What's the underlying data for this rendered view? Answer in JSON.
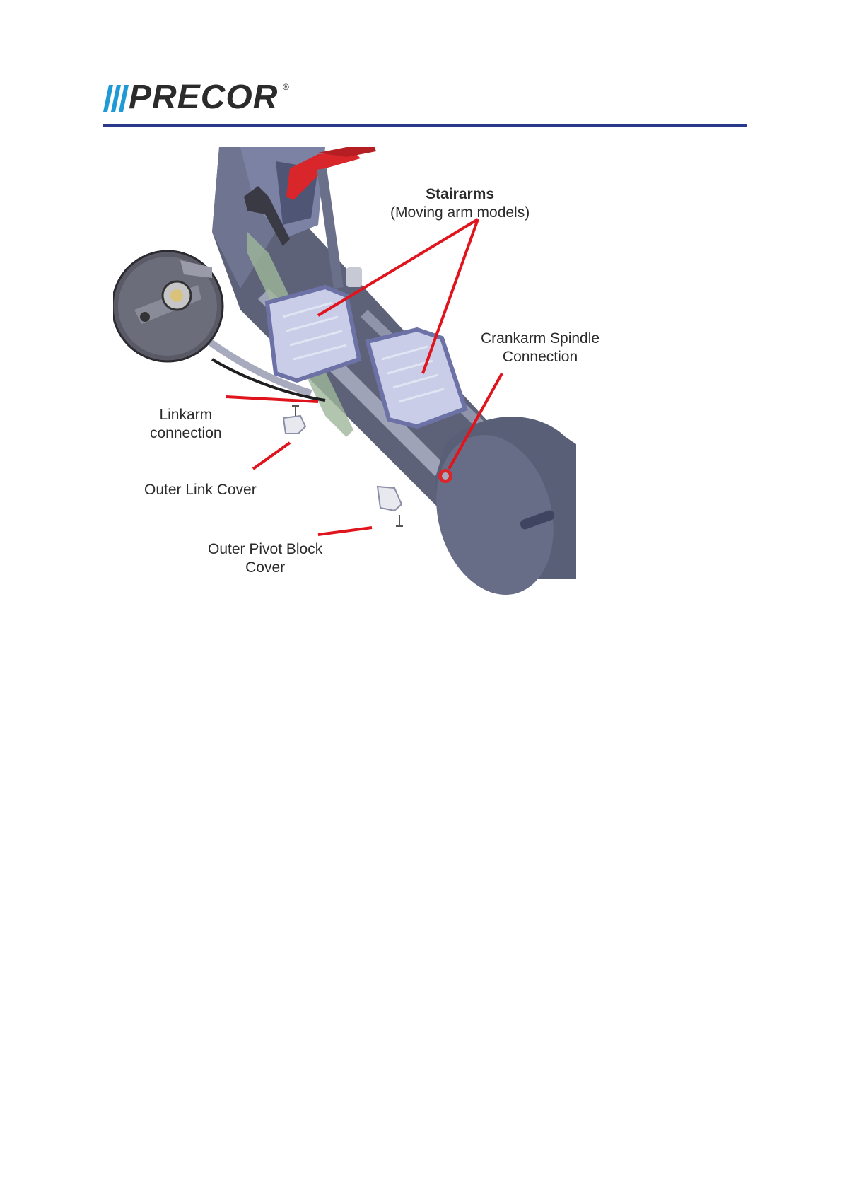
{
  "header": {
    "logo_text": "PRECOR",
    "logo_mark": "®",
    "rule_color": "#2a3a8a"
  },
  "figure": {
    "callouts": {
      "stairarms": {
        "title": "Stairarms",
        "subtitle": "(Moving arm models)"
      },
      "crankarm": {
        "line1": "Crankarm Spindle",
        "line2": "Connection"
      },
      "linkarm": {
        "line1": "Linkarm",
        "line2": "connection"
      },
      "outer_link_cover": {
        "line1": "Outer Link Cover"
      },
      "outer_pivot_block_cover": {
        "line1": "Outer Pivot Block",
        "line2": "Cover"
      }
    },
    "colors": {
      "leader": "#e0141c",
      "frame": "#5d6279",
      "pedal": "#c9cde8",
      "handle_red": "#d8262b"
    }
  }
}
